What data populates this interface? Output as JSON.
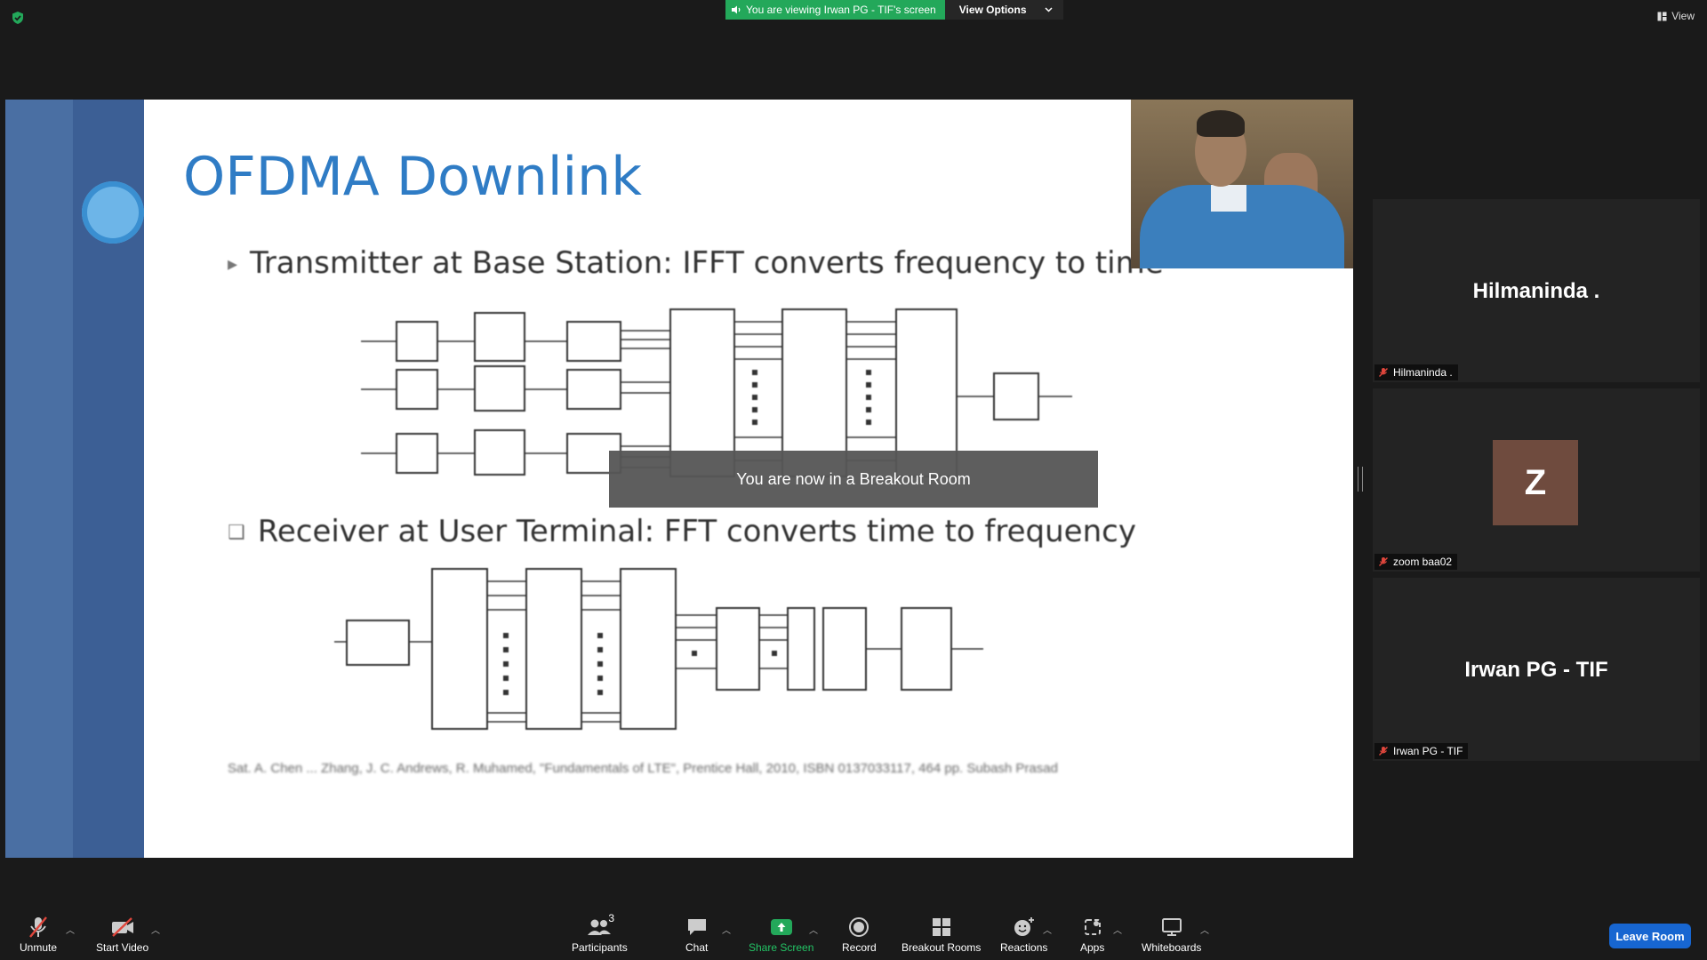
{
  "top_bar": {
    "viewing_banner": "You are viewing Irwan PG - TIF's screen",
    "view_options_label": "View Options",
    "view_label": "View"
  },
  "slide": {
    "title": "OFDMA Downlink",
    "bullet1": "Transmitter at Base Station: IFFT converts frequency to time",
    "bullet2": "Receiver at User Terminal: FFT converts time to frequency",
    "citation": "Sat. A. Chen ... Zhang, J. C. Andrews, R. Muhamed, \"Fundamentals of LTE\", Prentice Hall, 2010, ISBN 0137033117, 464 pp. Subash Prasad"
  },
  "breakout_toast": "You are now in a Breakout Room",
  "participants": [
    {
      "display": "Hilmaninda .",
      "label": "Hilmaninda .",
      "muted": true,
      "type": "name"
    },
    {
      "display": "Z",
      "label": "zoom baa02",
      "muted": true,
      "type": "avatar",
      "avatar_color": "#6f4b3e"
    },
    {
      "display": "Irwan PG - TIF",
      "label": "Irwan PG - TIF",
      "muted": true,
      "type": "name"
    }
  ],
  "toolbar": {
    "unmute": "Unmute",
    "start_video": "Start Video",
    "participants": "Participants",
    "participants_count": "3",
    "chat": "Chat",
    "share_screen": "Share Screen",
    "record": "Record",
    "breakout_rooms": "Breakout Rooms",
    "reactions": "Reactions",
    "apps": "Apps",
    "whiteboards": "Whiteboards",
    "leave_room": "Leave Room"
  },
  "colors": {
    "share_green": "#23a85a",
    "leave_blue": "#1766d1",
    "mute_red": "#e0463c",
    "slide_title_blue": "#2f7cc5"
  }
}
